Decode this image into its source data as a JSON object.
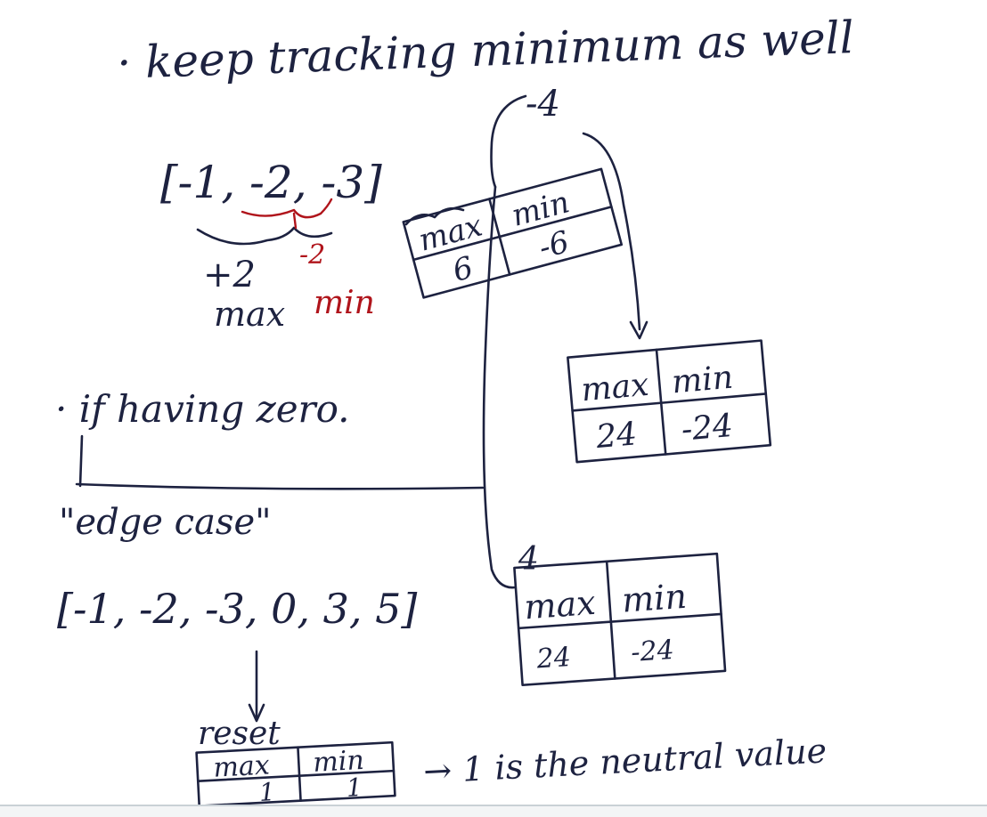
{
  "note": {
    "heading": "· keep tracking minimum as well",
    "example_array": "[-1, -2, -3]",
    "product_label": "+2",
    "product_neg_label": "-2",
    "max_word": "max",
    "min_word": "min",
    "top_value": "-4",
    "zero_case_title": "· if having zero.",
    "edge_case": "\"edge case\"",
    "zero_array": "[-1, -2, -3, 0, 3, 5]",
    "reset_label": "reset",
    "neutral_note": "→ 1 is the neutral value",
    "four_label": "4"
  },
  "tables": [
    {
      "id": "table-1",
      "max_header": "max",
      "min_header": "min",
      "max_value": "6",
      "min_value": "-6"
    },
    {
      "id": "table-2",
      "max_header": "max",
      "min_header": "min",
      "max_value": "24",
      "min_value": "-24"
    },
    {
      "id": "table-3",
      "max_header": "max",
      "min_header": "min",
      "max_value": "24",
      "min_value": "-24"
    },
    {
      "id": "table-reset",
      "max_header": "max",
      "min_header": "min",
      "max_value": "1",
      "min_value": "1"
    }
  ],
  "colors": {
    "ink": "#1d2240",
    "red_ink": "#b0141b",
    "rule": "#c9d1d6"
  }
}
